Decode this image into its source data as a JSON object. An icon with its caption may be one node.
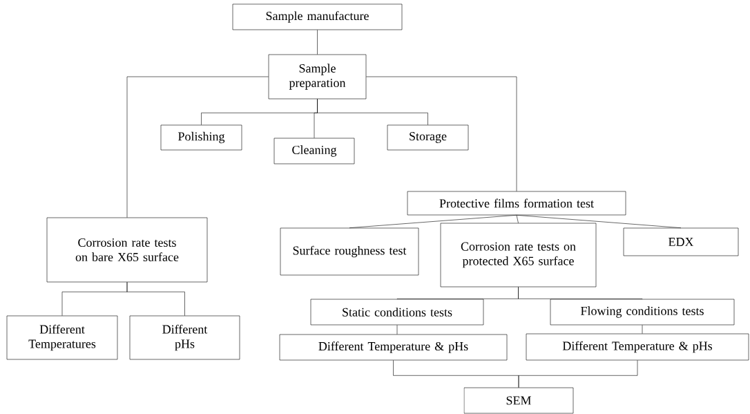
{
  "diagram": {
    "nodes": [
      {
        "text": [
          "Sample manufacture"
        ]
      },
      {
        "text": [
          "Sample preparation"
        ]
      },
      {
        "text": [
          "Polishing"
        ]
      },
      {
        "text": [
          "Cleaning"
        ]
      },
      {
        "text": [
          "Storage"
        ]
      },
      {
        "text": [
          "Corrosion rate tests on bare X65 surface"
        ]
      },
      {
        "text": [
          "Protective films formation test"
        ]
      },
      {
        "text": [
          "Surface roughness test"
        ]
      },
      {
        "text": [
          "Corrosion rate tests on protected X65 surface"
        ]
      },
      {
        "text": [
          "EDX"
        ]
      },
      {
        "text": [
          "Different Temperatures"
        ]
      },
      {
        "text": [
          "Different pHs"
        ]
      },
      {
        "text": [
          "Static conditions tests"
        ]
      },
      {
        "text": [
          "Flowing conditions tests"
        ]
      },
      {
        "text": [
          "Different Temperature & pHs"
        ]
      },
      {
        "text": [
          "Different Temperature & pHs"
        ]
      },
      {
        "text": [
          "SEM"
        ]
      }
    ],
    "edges": [
      {
        "from": 0,
        "to": 1,
        "arrow": "none"
      },
      {
        "from": 1,
        "to": 2,
        "arrow": "none"
      },
      {
        "from": 1,
        "to": 3,
        "arrow": "none"
      },
      {
        "from": 1,
        "to": 4,
        "arrow": "none"
      },
      {
        "from": 1,
        "to": 5,
        "arrow": "none"
      },
      {
        "from": 1,
        "to": 6,
        "arrow": "none"
      },
      {
        "from": 6,
        "to": 7,
        "arrow": "none"
      },
      {
        "from": 6,
        "to": 8,
        "arrow": "none"
      },
      {
        "from": 6,
        "to": 9,
        "arrow": "none"
      },
      {
        "from": 5,
        "to": 10,
        "arrow": "none"
      },
      {
        "from": 5,
        "to": 11,
        "arrow": "none"
      },
      {
        "from": 8,
        "to": 12,
        "arrow": "none"
      },
      {
        "from": 8,
        "to": 13,
        "arrow": "none"
      },
      {
        "from": 12,
        "to": 14,
        "arrow": "none"
      },
      {
        "from": 13,
        "to": 15,
        "arrow": "none"
      },
      {
        "from": 14,
        "to": 16,
        "arrow": "none"
      },
      {
        "from": 15,
        "to": 16,
        "arrow": "none"
      }
    ]
  }
}
